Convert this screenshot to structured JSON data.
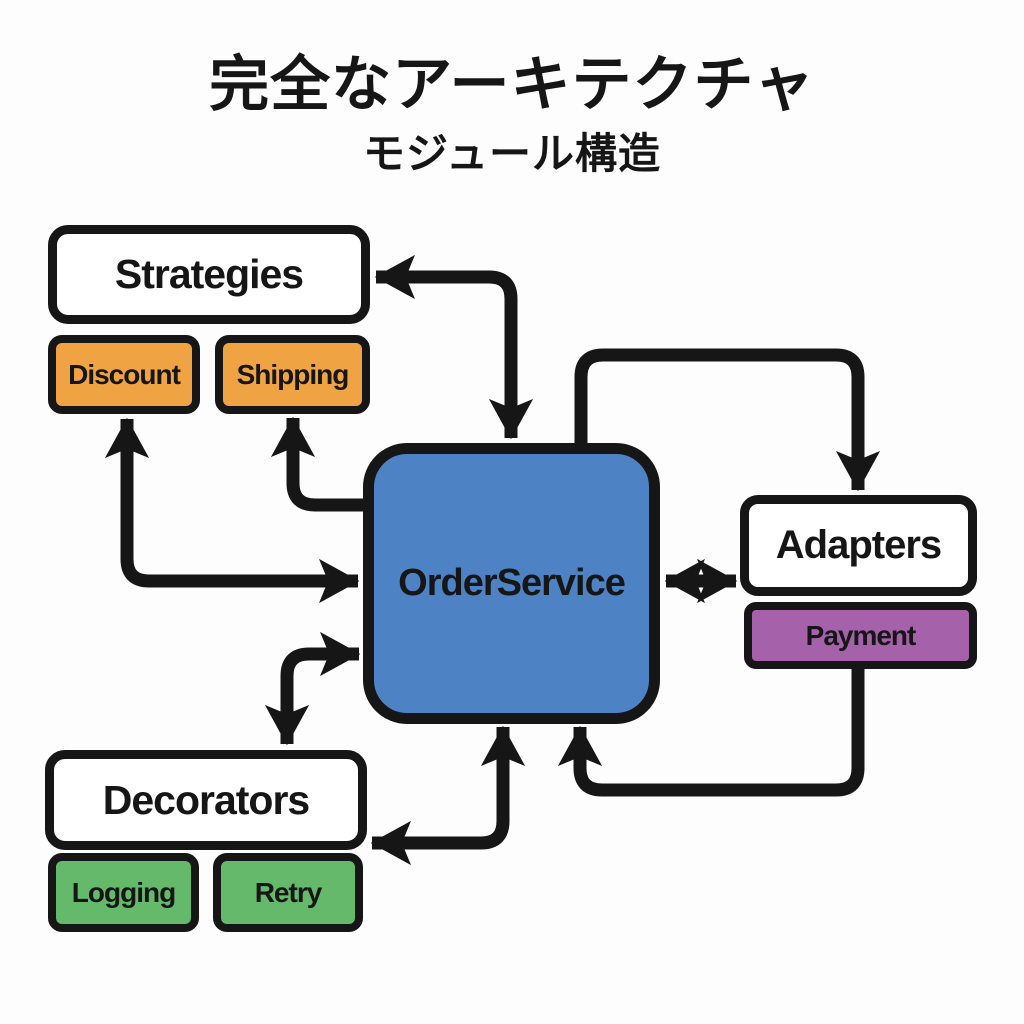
{
  "title": "完全なアーキテクチャ",
  "subtitle": "モジュール構造",
  "colors": {
    "ink": "#161616",
    "bg": "#fdfdfd",
    "node": "#ffffff",
    "blue": "#4d82c4",
    "orange": "#f0a343",
    "green": "#64b96b",
    "purple": "#a562ab"
  },
  "nodes": {
    "strategies": {
      "label": "Strategies"
    },
    "discount": {
      "label": "Discount"
    },
    "shipping": {
      "label": "Shipping"
    },
    "order_service": {
      "label": "OrderService"
    },
    "adapters": {
      "label": "Adapters"
    },
    "payment": {
      "label": "Payment"
    },
    "decorators": {
      "label": "Decorators"
    },
    "logging": {
      "label": "Logging"
    },
    "retry": {
      "label": "Retry"
    }
  },
  "edges": [
    {
      "from": "order_service",
      "to": "strategies",
      "route": "elbow-top-left",
      "arrows": "both"
    },
    {
      "from": "order_service",
      "to": "adapters",
      "route": "loop-over-top",
      "arrows": "end"
    },
    {
      "from": "order_service",
      "to": "discount",
      "route": "elbow-left",
      "arrows": "both"
    },
    {
      "from": "order_service",
      "to": "shipping",
      "route": "elbow-left",
      "arrows": "end"
    },
    {
      "from": "order_service",
      "to": "decorators",
      "route": "elbow-left-lower",
      "arrows": "both"
    },
    {
      "from": "order_service",
      "to": "decorators",
      "route": "elbow-under-bottom",
      "arrows": "both"
    },
    {
      "from": "payment",
      "to": "order_service",
      "route": "loop-under-bottom",
      "arrows": "end"
    },
    {
      "from": "order_service",
      "to": "adapters",
      "route": "straight-horizontal",
      "arrows": "both"
    }
  ]
}
